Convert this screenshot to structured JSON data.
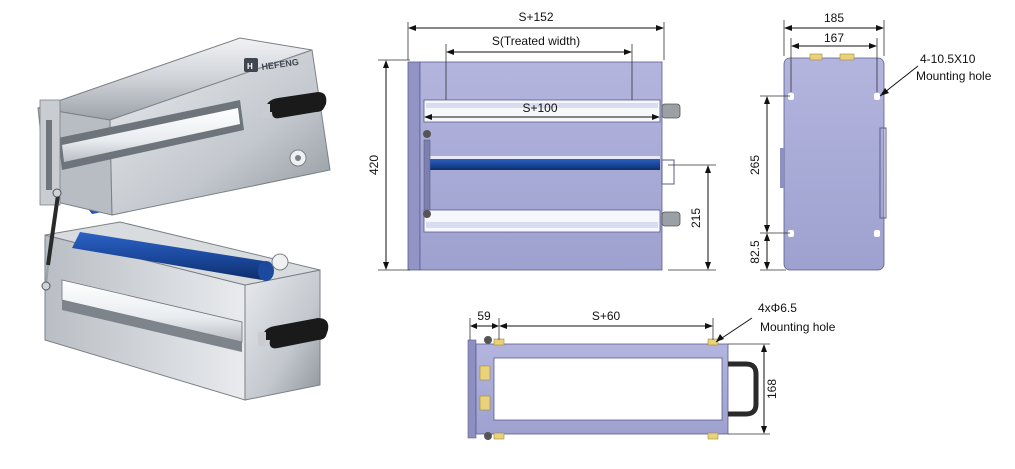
{
  "brand": "HEFENG",
  "colors": {
    "body_fill": "#a9acd6",
    "body_stroke": "#5a5c8c",
    "steel_light": "#e4e6e9",
    "steel_dark": "#9aa0a6",
    "roller_blue": "#1e4fa8",
    "roller_white": "#f4f6f8",
    "bracket_yellow": "#e9d27a",
    "handle_black": "#1a1a1a"
  },
  "front_view": {
    "dim_top": "S+152",
    "dim_treated": "S(Treated width)",
    "dim_roller": "S+100",
    "dim_height": "420",
    "dim_shaft": "215"
  },
  "side_view": {
    "dim_outer": "185",
    "dim_inner": "167",
    "holes_spec": "4-10.5X10",
    "holes_label": "Mounting hole",
    "dim_upper": "265",
    "dim_lower": "82.5"
  },
  "bottom_view": {
    "dim_left": "59",
    "dim_span": "S+60",
    "holes_spec": "4xΦ6.5",
    "holes_label": "Mounting hole",
    "dim_depth": "168"
  },
  "icons": [
    "hefeng-logo-icon"
  ]
}
